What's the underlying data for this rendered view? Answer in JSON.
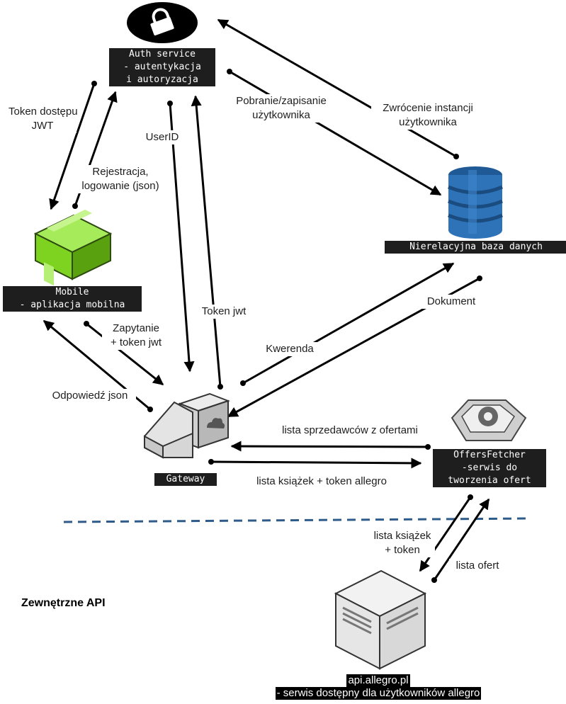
{
  "nodes": {
    "auth": {
      "line1": "Auth service",
      "line2": "- autentykacja",
      "line3": "i autoryzacja",
      "icon": "lock-icon"
    },
    "mobile": {
      "line1": "Mobile",
      "line2": "- aplikacja mobilna",
      "icon": "package-icon"
    },
    "gateway": {
      "line1": "Gateway",
      "icon": "gateway-icon"
    },
    "database": {
      "line1": "Nierelacyjna baza danych",
      "icon": "database-icon"
    },
    "offers": {
      "line1": "OffersFetcher",
      "line2": "-serwis do",
      "line3": "tworzenia ofert",
      "icon": "gear-icon"
    },
    "allegro": {
      "line1": "api.allegro.pl",
      "line2": "- serwis dostępny dla użytkowników allegro",
      "icon": "server-icon"
    }
  },
  "edges": {
    "token_jwt_auth_mobile": {
      "line1": "Token dostępu",
      "line2": "JWT"
    },
    "register_login": {
      "line1": "Rejestracja,",
      "line2": "logowanie (json)"
    },
    "userid": {
      "line1": "UserID"
    },
    "token_jwt_gateway": {
      "line1": "Token jwt"
    },
    "get_save_user": {
      "line1": "Pobranie/zapisanie",
      "line2": "użytkownika"
    },
    "return_user": {
      "line1": "Zwrócenie instancji",
      "line2": "użytkownika"
    },
    "request": {
      "line1": "Zapytanie",
      "line2": "+ token jwt"
    },
    "response": {
      "line1": "Odpowiedź json"
    },
    "query": {
      "line1": "Kwerenda"
    },
    "document": {
      "line1": "Dokument"
    },
    "sellers": {
      "line1": "lista sprzedawców z ofertami"
    },
    "books_token": {
      "line1": "lista książek + token allegro"
    },
    "books_token_api": {
      "line1": "lista książek",
      "line2": "+ token"
    },
    "offers_list": {
      "line1": "lista ofert"
    }
  },
  "zones": {
    "external": "Zewnętrzne API"
  },
  "colors": {
    "divider": "#2f5b8a",
    "mobile_green": "#7ed321",
    "db_blue": "#2e73b8",
    "arrow": "#000000",
    "label_bg": "#1e1e1e"
  }
}
